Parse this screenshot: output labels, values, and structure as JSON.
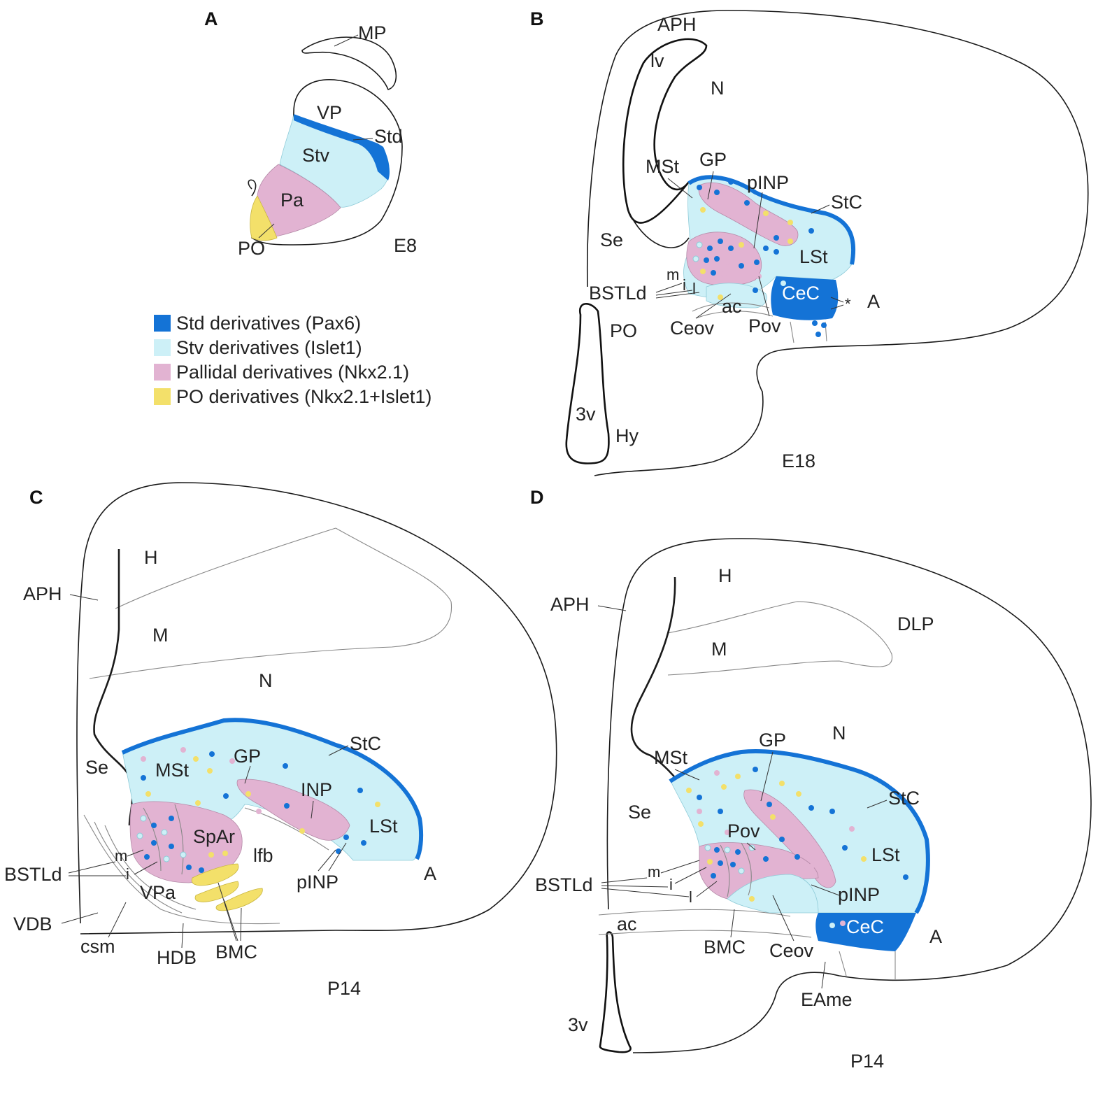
{
  "panels": {
    "A": {
      "letter": "A",
      "stage": "E8",
      "labels": {
        "MP": "MP",
        "VP": "VP",
        "Std": "Std",
        "Stv": "Stv",
        "Pa": "Pa",
        "PO": "PO"
      }
    },
    "B": {
      "letter": "B",
      "stage": "E18",
      "labels": {
        "APH": "APH",
        "lv": "lv",
        "N": "N",
        "MSt": "MSt",
        "GP": "GP",
        "pINP": "pINP",
        "StC": "StC",
        "Se": "Se",
        "LSt": "LSt",
        "m": "m",
        "i": "i",
        "l": "l",
        "BSTLd": "BSTLd",
        "CeC": "CeC",
        "star": "*",
        "A": "A",
        "ac": "ac",
        "PO": "PO",
        "Ceov": "Ceov",
        "Pov": "Pov",
        "3v": "3v",
        "Hy": "Hy"
      }
    },
    "C": {
      "letter": "C",
      "stage": "P14",
      "labels": {
        "H": "H",
        "APH": "APH",
        "M": "M",
        "N": "N",
        "StC": "StC",
        "Se": "Se",
        "MSt": "MSt",
        "GP": "GP",
        "INP": "INP",
        "LSt": "LSt",
        "SpAr": "SpAr",
        "m": "m",
        "i": "i",
        "lfb": "lfb",
        "BSTLd": "BSTLd",
        "pINP": "pINP",
        "A": "A",
        "VPa": "VPa",
        "VDB": "VDB",
        "csm": "csm",
        "HDB": "HDB",
        "BMC": "BMC"
      }
    },
    "D": {
      "letter": "D",
      "stage": "P14",
      "labels": {
        "H": "H",
        "APH": "APH",
        "DLP": "DLP",
        "M": "M",
        "N": "N",
        "GP": "GP",
        "MSt": "MSt",
        "StC": "StC",
        "Se": "Se",
        "Pov": "Pov",
        "LSt": "LSt",
        "m": "m",
        "BSTLd": "BSTLd",
        "i": "i",
        "l": "l",
        "pINP": "pINP",
        "ac": "ac",
        "CeC": "CeC",
        "A": "A",
        "BMC": "BMC",
        "Ceov": "Ceov",
        "EAme": "EAme",
        "3v": "3v"
      }
    }
  },
  "legend": {
    "items": [
      {
        "label": "Std derivatives (Pax6)",
        "color": "#1473d6"
      },
      {
        "label": "Stv derivatives (Islet1)",
        "color": "#cdf0f7"
      },
      {
        "label": "Pallidal derivatives (Nkx2.1)",
        "color": "#e2b3d2"
      },
      {
        "label": "PO derivatives (Nkx2.1+Islet1)",
        "color": "#f3e06a"
      }
    ]
  }
}
